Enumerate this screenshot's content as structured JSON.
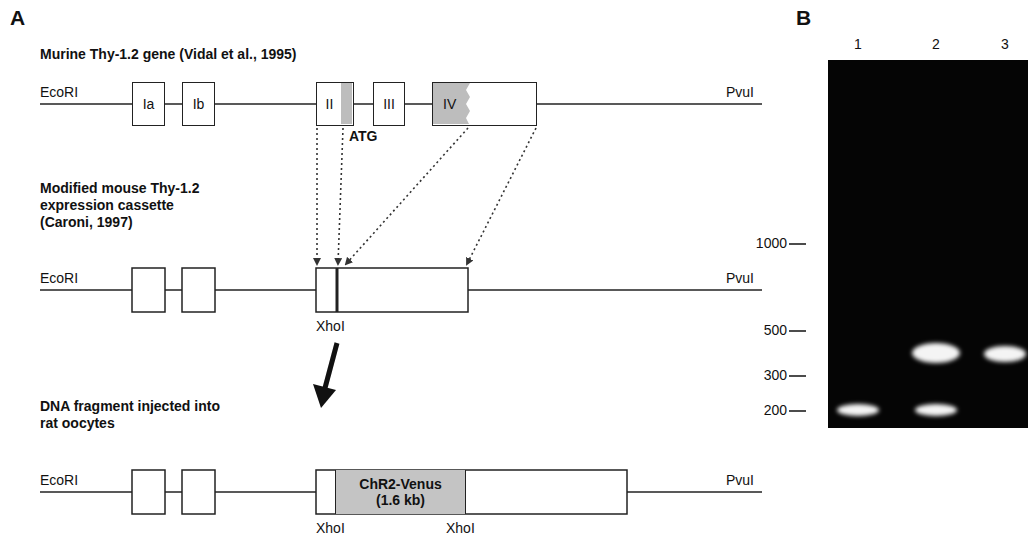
{
  "diagram": {
    "nodes": [
      {
        "text": [
          "Ia"
        ]
      },
      {
        "text": [
          "Ib"
        ]
      },
      {
        "text": [
          "II"
        ]
      },
      {
        "text": [
          "III"
        ]
      },
      {
        "text": [
          "IV"
        ]
      },
      {
        "text": [
          "ChR2-Venus (1.6 kb)"
        ]
      }
    ],
    "labels": [
      "A",
      "Murine Thy-1.2 gene (Vidal et al., 1995)",
      "EcoRI",
      "PvuI",
      "ATG",
      "Modified mouse Thy-1.2 expression cassette (Caroni, 1997)",
      "EcoRI",
      "PvuI",
      "XhoI",
      "DNA fragment injected into rat oocytes",
      "EcoRI",
      "PvuI",
      "XhoI",
      "XhoI",
      "B",
      "1",
      "2",
      "3",
      "1000",
      "500",
      "300",
      "200"
    ]
  }
}
